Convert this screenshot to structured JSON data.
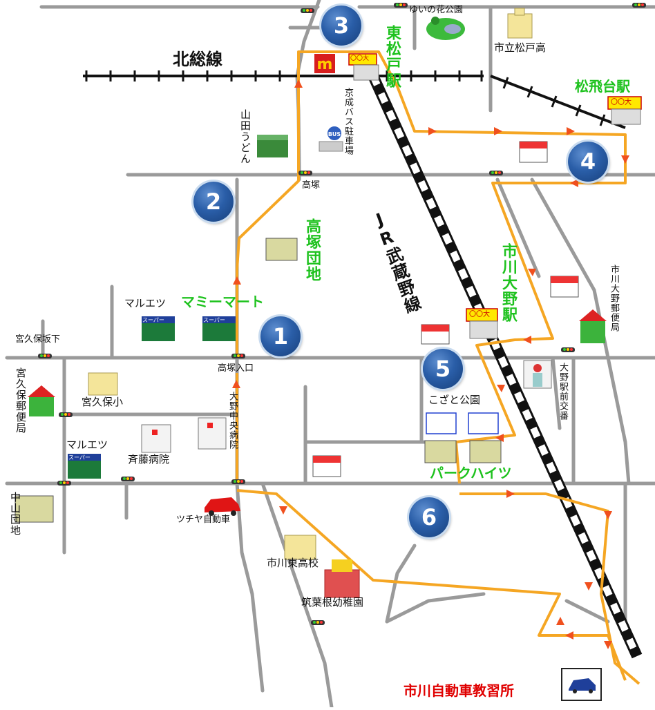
{
  "lines": {
    "hokuso": "北総線",
    "jr_musashino": "JR武蔵野線"
  },
  "stations": {
    "higashi_matsudo": "東松戸駅",
    "matsuhidai": "松飛台駅",
    "ichikawa_ono": "市川大野駅"
  },
  "places": {
    "yuinohana_park": "ゆいの花公園",
    "matsudo_high": "市立松戸高",
    "yamada_udon": "山田うどん",
    "keisei_bus": "京成バス駐車場",
    "takatsuka": "高塚",
    "takatsuka_danchi": "高塚団地",
    "maruetsu_1": "マルエツ",
    "mammy_mart": "マミーマート",
    "miyakubo_sakashita": "宮久保坂下",
    "takatsuka_iriguchi": "高塚入口",
    "ono_chuo_hospital": "大野中央病院",
    "miyakubo_post": "宮久保郵便局",
    "miyakubo_elem": "宮久保小",
    "maruetsu_2": "マルエツ",
    "saito_hospital": "斉藤病院",
    "nakayama_danchi": "中山団地",
    "tsuchiya_auto": "ツチヤ自動車",
    "kozato_park": "こざと公園",
    "park_heights": "パークハイツ",
    "ono_post": "市川大野郵便局",
    "ono_koban": "大野駅前交番",
    "higashi_high": "市川東高校",
    "chibanone_kinder": "筑葉根幼稚園",
    "driving_school": "市川自動車教習所"
  },
  "signs": {
    "super": "スーパー",
    "station_sign": "〇〇大"
  },
  "route_points": [
    "1",
    "2",
    "3",
    "4",
    "5",
    "6"
  ],
  "colors": {
    "road": "#9a9a9a",
    "route": "#f5a623",
    "arrow": "#f0501e",
    "rail_black": "#111111",
    "station_green": "#1ec21e",
    "school_red": "#e00000",
    "badge_blue": "#2a5ea8"
  },
  "icons": [
    "traffic-light-icon",
    "mcdonalds-icon",
    "bus-stop-icon",
    "convenience-store-icon",
    "car-icon",
    "school-icon",
    "hospital-icon",
    "post-office-icon",
    "koban-icon",
    "apartment-icon",
    "park-icon"
  ]
}
